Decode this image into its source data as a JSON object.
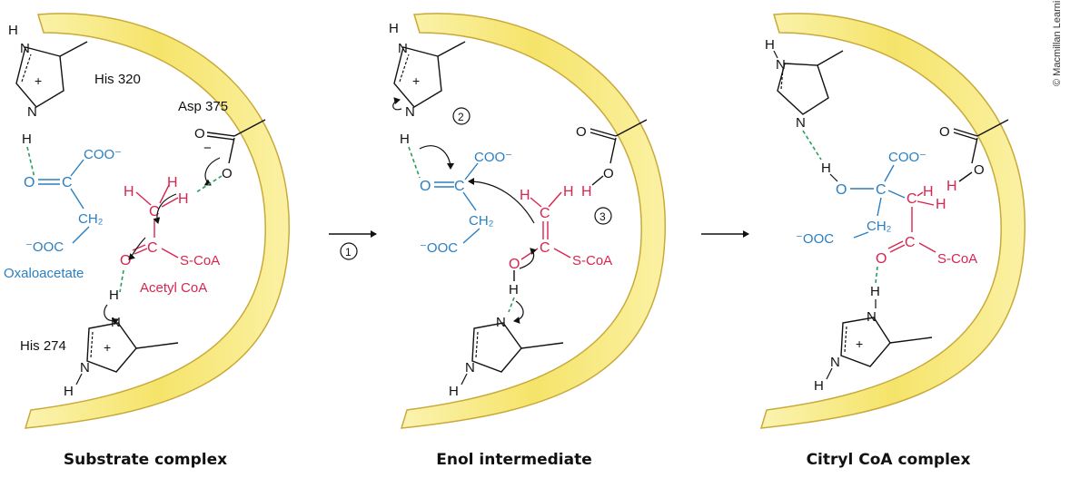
{
  "copyright": "© Macmillan Learning",
  "colors": {
    "black": "#111111",
    "blue": "#2a7fc1",
    "red": "#d8254f",
    "green": "#2e9a5c",
    "membrane": "#f7ea7a",
    "membrane_edge": "#c9a93a"
  },
  "panels": [
    {
      "caption": "Substrate complex",
      "his_top": {
        "name": "His 320",
        "h_top": "H",
        "n_top": "N",
        "plus": "+",
        "n_bottom": "N",
        "h_bottom": "H"
      },
      "asp": {
        "name": "Asp 375",
        "o_top": "O",
        "minus": "−",
        "o_bottom": "O"
      },
      "oxaloacetate": {
        "o": "O",
        "c": "C",
        "coo_top": "COO⁻",
        "ch2": "CH₂",
        "coo_bottom": "⁻OOC",
        "name": "Oxaloacetate"
      },
      "acetyl": {
        "h1": "H",
        "h2": "H",
        "h3": "H",
        "c_top": "C",
        "o": "O",
        "c_mid": "C",
        "scoa": "S-CoA",
        "name": "Acetyl CoA"
      },
      "his_bottom": {
        "name": "His 274",
        "h_top": "H",
        "n_top": "N",
        "plus": "+",
        "n_bottom": "N",
        "h_bottom": "H"
      }
    },
    {
      "caption": "Enol intermediate",
      "steps": [
        "1",
        "2",
        "3"
      ],
      "his_top": {
        "h_top": "H",
        "n_top": "N",
        "plus": "+",
        "n_bottom": "N",
        "h_bottom": "H"
      },
      "asp": {
        "o_top": "O",
        "o_bottom": "O",
        "h": "H"
      },
      "oxaloacetate": {
        "o": "O",
        "c": "C",
        "coo_top": "COO⁻",
        "ch2": "CH₂",
        "coo_bottom": "⁻OOC"
      },
      "enol": {
        "h1": "H",
        "h2": "H",
        "c_top": "C",
        "c_mid": "C",
        "o": "O",
        "h": "H",
        "scoa": "S-CoA"
      },
      "his_bottom": {
        "n_top": "N",
        "n_bottom": "N",
        "h_bottom": "H"
      }
    },
    {
      "caption": "Citryl CoA complex",
      "his_top": {
        "h_top": "H",
        "n_top": "N",
        "n_bottom": "N",
        "h": "H"
      },
      "asp": {
        "o_top": "O",
        "o_bottom": "O",
        "h": "H"
      },
      "citryl": {
        "o": "O",
        "c": "C",
        "coo_top": "COO⁻",
        "ch2": "CH₂",
        "coo_bottom": "⁻OOC",
        "c_red": "C",
        "h1": "H",
        "h2": "H",
        "o_red": "O",
        "c_mid": "C",
        "scoa": "S-CoA"
      },
      "his_bottom": {
        "h_top": "H",
        "n_top": "N",
        "plus": "+",
        "n_bottom": "N",
        "h_bottom": "H"
      }
    }
  ]
}
